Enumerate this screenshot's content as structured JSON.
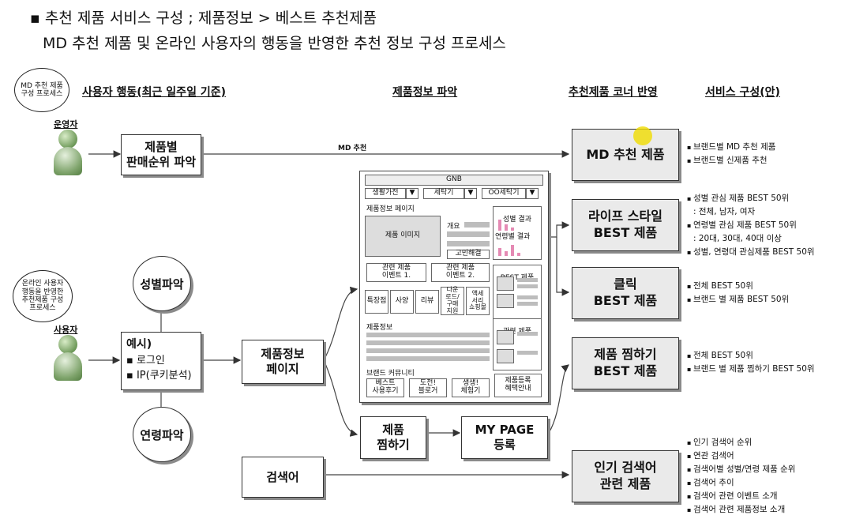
{
  "header": {
    "line1": "▪ 추천 제품 서비스 구성 ; 제품정보 > 베스트 추천제품",
    "line2": "MD 추천 제품 및 온라인 사용자의 행동을 반영한 추천 정보 구성 프로세스"
  },
  "columns": {
    "user_behavior": "사용자 행동(최근 일주일 기준)",
    "product_info": "제품정보 파악",
    "corner": "추천제품 코너 반영",
    "service": "서비스 구성(안)"
  },
  "actors": {
    "operator_bubble": "MD 추천 제품\n구성 프로세스",
    "operator_label": "운영자",
    "user_bubble": "온라인 사용자\n행동을 반영한\n추천제품 구성\n프로세스",
    "user_label": "사용자"
  },
  "nodes": {
    "sales_rank": "제품별\n판매순위 파악",
    "gender": "성별파악",
    "age": "연령파악",
    "example_title": "예시)",
    "example_items": [
      "로그인",
      "IP(쿠키분석)"
    ],
    "product_page": "제품정보\n페이지",
    "wishlist": "제품\n찜하기",
    "mypage": "MY PAGE\n등록",
    "search_term": "검색어",
    "md_label": "MD 추천"
  },
  "corners": {
    "md": "MD 추천 제품",
    "lifestyle": "라이프 스타일\nBEST 제품",
    "click": "클릭\nBEST 제품",
    "wish": "제품 찜하기\nBEST 제품",
    "popular": "인기 검색어\n관련 제품"
  },
  "services": {
    "md": [
      "브랜드별 MD 추천 제품",
      "브랜드별 신제품 추천"
    ],
    "lifestyle": [
      "성별 관심 제품 BEST 50위",
      ": 전체, 남자, 여자",
      "연령별 관심 제품 BEST 50위",
      ": 20대, 30대, 40대 이상",
      "성별, 연령대 관심제품 BEST 50위"
    ],
    "click": [
      "전체 BEST 50위",
      "브랜드 별 제품 BEST 50위"
    ],
    "wish": [
      "전체 BEST 50위",
      "브랜드 별 제품 찜하기 BEST 50위"
    ],
    "popular": [
      "인기 검색어 순위",
      "연관 검색어",
      "검색어별 성별/연령 제품 순위",
      "검색어 추이",
      "검색어 관련 이벤트 소개",
      "검색어 관련 제품정보 소개"
    ]
  },
  "mockup": {
    "gnb": "GNB",
    "dropdowns": [
      "생활가전",
      "세탁기",
      "OO세탁기"
    ],
    "page_title": "제품정보 페이지",
    "image": "제품 이미지",
    "overview": "개요",
    "gender_result": "성별 결과",
    "age_result": "연령별 결과",
    "help_btn": "고민해결",
    "event1": "관련 제품\n이벤트 1.",
    "event2": "관련 제품\n이벤트 2.",
    "tabs": [
      "특장점",
      "사양",
      "리뷰",
      "다운\n로드/\n구매\n지원",
      "액세\n서리\n쇼핑몰"
    ],
    "best_label": "BEST 제품",
    "info_label": "제품정보",
    "related_label": "관련 제품",
    "brand_label": "브랜드 커뮤니티",
    "community": [
      "베스트\n사용후기",
      "도전!\n블로거",
      "생생!\n체험기"
    ],
    "register": "제품등록\n혜택안내"
  }
}
